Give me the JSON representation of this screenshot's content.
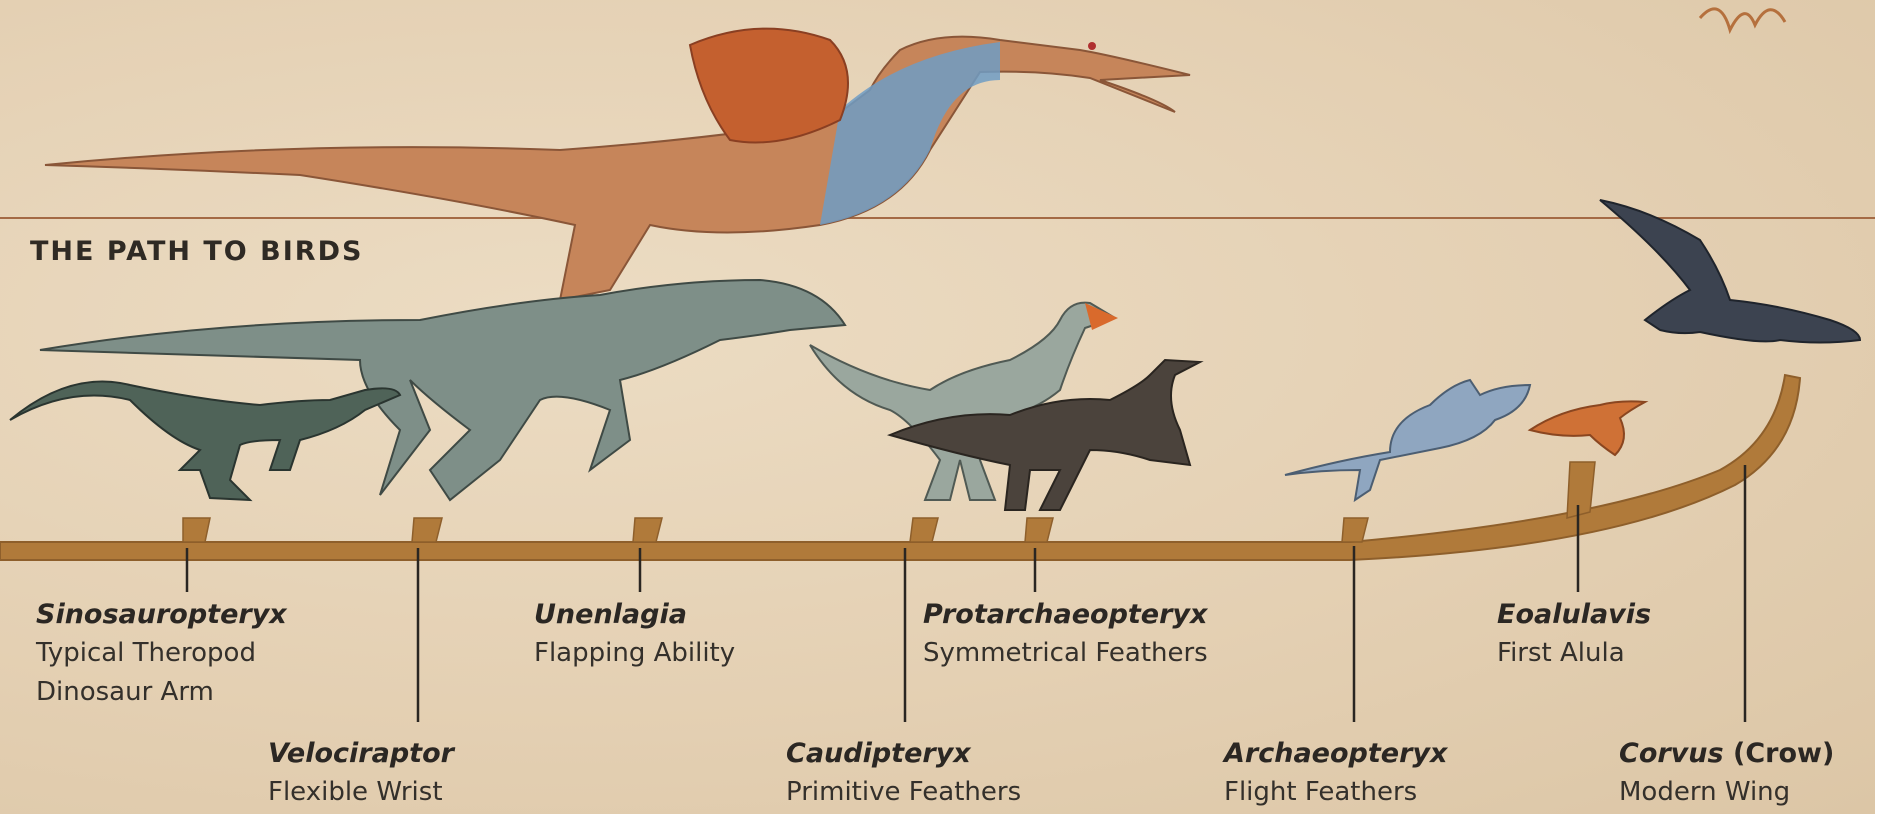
{
  "title": "THE PATH TO BIRDS",
  "labels": [
    {
      "name": "Sinosauropteryx",
      "desc1": "Typical Theropod",
      "desc2": "Dinosaur Arm"
    },
    {
      "name": "Velociraptor",
      "desc1": "Flexible Wrist"
    },
    {
      "name": "Unenlagia",
      "desc1": "Flapping Ability"
    },
    {
      "name": "Caudipteryx",
      "desc1": "Primitive Feathers"
    },
    {
      "name": "Protarchaeopteryx",
      "desc1": "Symmetrical Feathers"
    },
    {
      "name": "Archaeopteryx",
      "desc1": "Flight Feathers"
    },
    {
      "name": "Eoalulavis",
      "desc1": "First Alula"
    },
    {
      "name": "Corvus",
      "name_suffix": " (Crow)",
      "desc1": "Modern Wing"
    }
  ],
  "colors": {
    "timeline": "#b07a3a",
    "timeline_shadow": "#8e5f2b",
    "guide_line": "#a46a45",
    "connector": "#2a2622"
  }
}
